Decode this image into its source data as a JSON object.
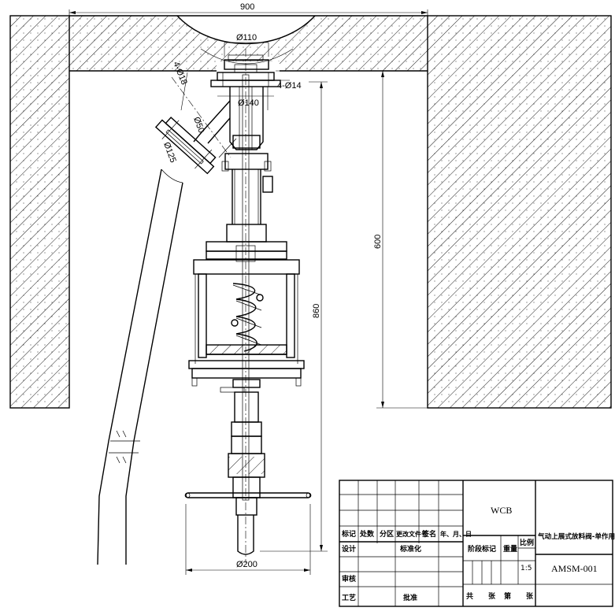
{
  "dimensions": {
    "overall_width": "900",
    "top_port_dia": "Ø110",
    "flange_dia": "Ø140",
    "side_holes": "4-Ø18",
    "top_holes": "4-Ø14",
    "branch_dia": "Ø50",
    "branch_flange_dia": "Ø125",
    "depth_600": "600",
    "height_860": "860",
    "handwheel_dia": "Ø200"
  },
  "title_block": {
    "material": "WCB",
    "title": "气动上展式放料阀-单作用带手动",
    "drawing_no": "AMSM-001",
    "scale_label": "比例",
    "scale_value": "1:5",
    "weight_label": "重量",
    "stage_label": "阶段标记",
    "header": {
      "mark": "标记",
      "count": "处数",
      "zone": "分区",
      "change_doc": "更改文件号",
      "sign": "签名",
      "date": "年、月、日"
    },
    "rows": {
      "design": "设计",
      "standard": "标准化",
      "review": "审核",
      "process": "工艺",
      "approve": "批准"
    },
    "sheets": {
      "total": "共",
      "total_unit": "张",
      "sheet": "第",
      "sheet_unit": "张"
    }
  }
}
